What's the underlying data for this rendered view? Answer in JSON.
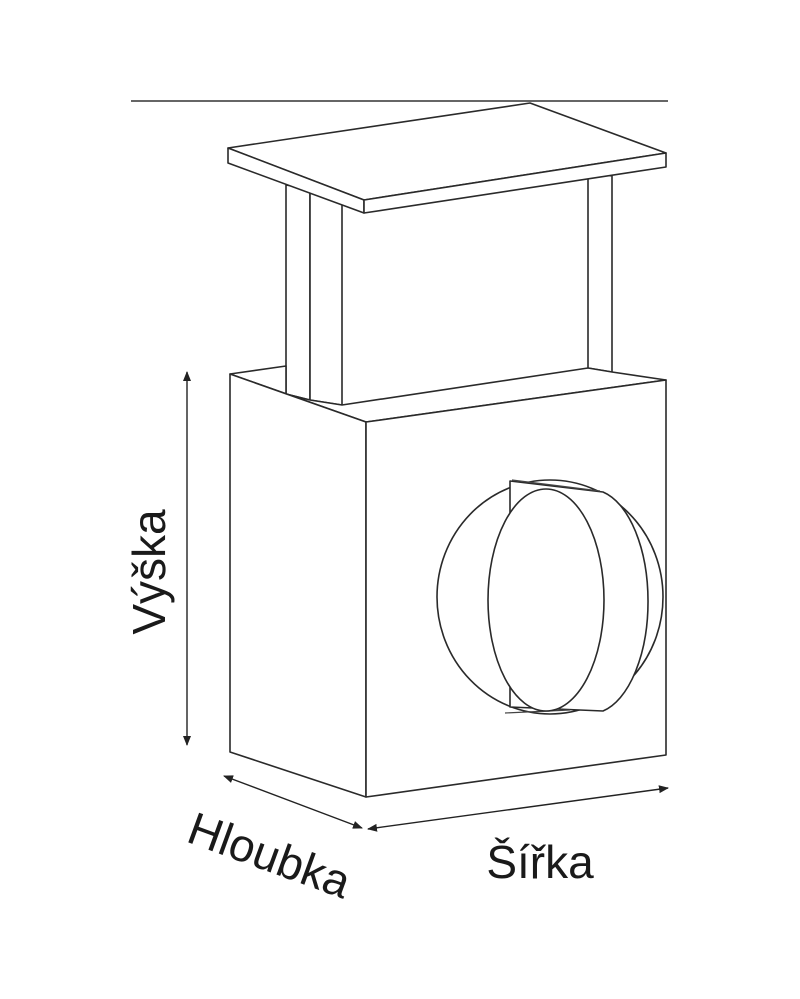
{
  "labels": {
    "height": "Výška",
    "depth": "Hloubka",
    "width": "Šířka"
  },
  "colors": {
    "line": "#2a2a2a",
    "background": "#ffffff"
  }
}
